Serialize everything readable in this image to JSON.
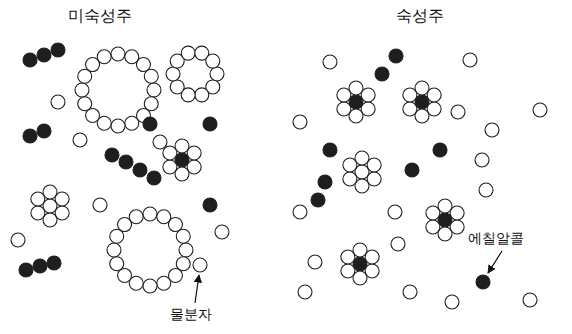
{
  "diagram": {
    "labels": [
      "미숙성주",
      "숙성주",
      "에칠알콜",
      "물분자"
    ]
  }
}
